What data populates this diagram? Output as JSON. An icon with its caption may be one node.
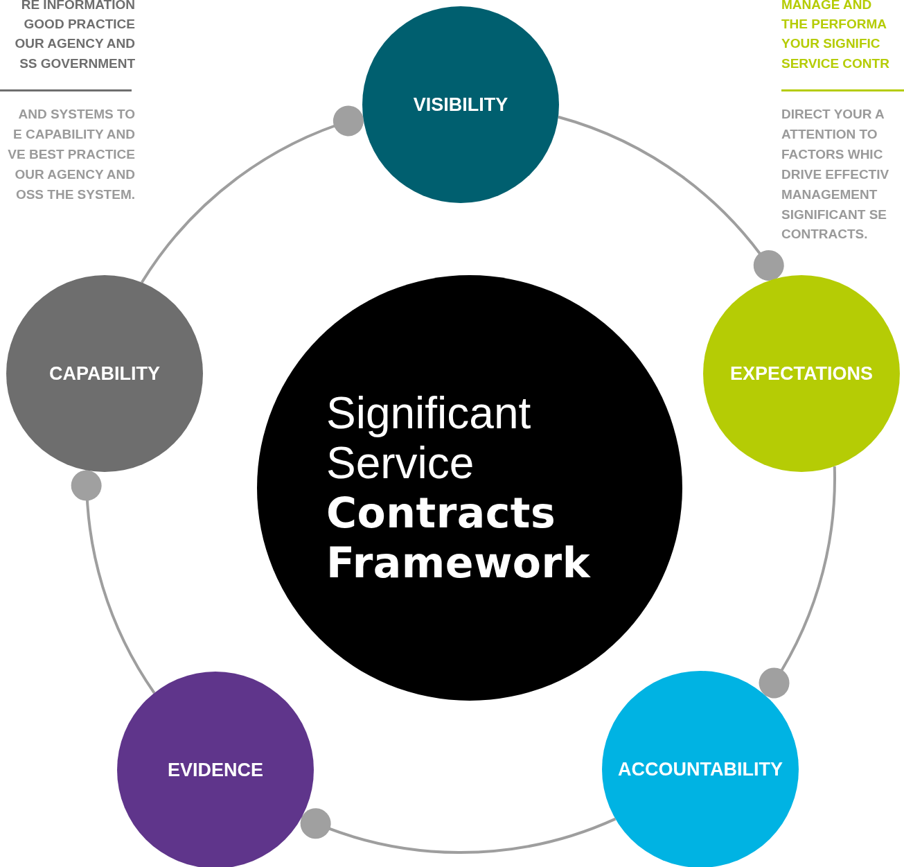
{
  "diagram": {
    "nodes": [
      {
        "text": [
          "VISIBILITY"
        ]
      },
      {
        "text": [
          "EXPECTATIONS"
        ]
      },
      {
        "text": [
          "ACCOUNTABILITY"
        ]
      },
      {
        "text": [
          "EVIDENCE"
        ]
      },
      {
        "text": [
          "CAPABILITY"
        ]
      },
      {
        "text": [
          "Significant Service",
          "Contracts Framework"
        ]
      }
    ],
    "edges": [
      {
        "from": 0,
        "to": 1,
        "arrow": "other"
      },
      {
        "from": 1,
        "to": 2,
        "arrow": "other"
      },
      {
        "from": 2,
        "to": 3,
        "arrow": "other"
      },
      {
        "from": 3,
        "to": 4,
        "arrow": "other"
      },
      {
        "from": 4,
        "to": 0,
        "arrow": "other"
      }
    ],
    "labels": [
      "RE INFORMATION",
      "GOOD PRACTICE",
      "OUR AGENCY AND",
      "SS GOVERNMENT",
      "AND SYSTEMS TO",
      "E CAPABILITY AND",
      "VE BEST PRACTICE",
      "OUR AGENCY AND",
      "OSS THE SYSTEM.",
      "MANAGE AND",
      "THE PERFORMA",
      "YOUR SIGNIFIC",
      "SERVICE CONTR",
      "DIRECT YOUR A",
      "ATTENTION TO",
      "FACTORS WHIC",
      "DRIVE EFFECTIV",
      "MANAGEMENT",
      "SIGNIFICANT SE",
      "CONTRACTS."
    ]
  }
}
